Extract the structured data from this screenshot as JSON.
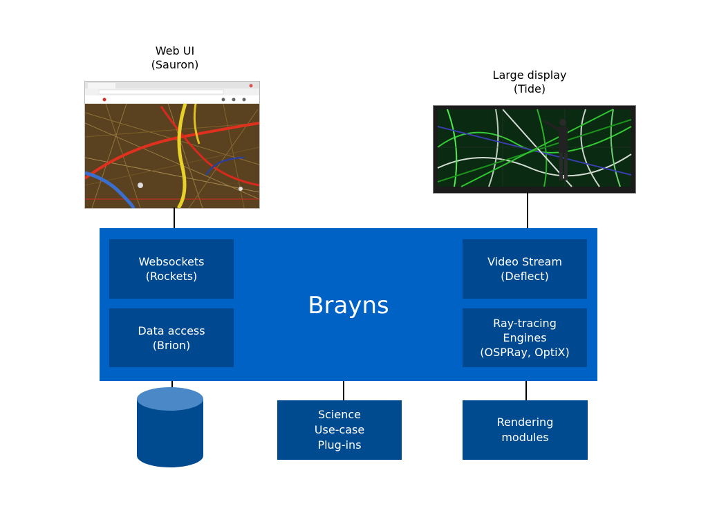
{
  "web_ui": {
    "caption": "Web UI\n(Sauron)"
  },
  "large_display": {
    "caption": "Large display\n(Tide)"
  },
  "brayns": {
    "title": "Brayns",
    "websockets": "Websockets\n(Rockets)",
    "data_access": "Data access\n(Brion)",
    "video_stream": "Video Stream\n(Deflect)",
    "ray_tracing": "Ray-tracing\nEngines\n(OSPRay, OptiX)"
  },
  "plugins": {
    "science": "Science\nUse-case\nPlug-ins",
    "rendering": "Rendering\nmodules"
  },
  "colors": {
    "brayns_bg": "#0062c5",
    "module_bg": "#00488f",
    "database": "#004a8f",
    "database_top": "#4a88c7"
  }
}
